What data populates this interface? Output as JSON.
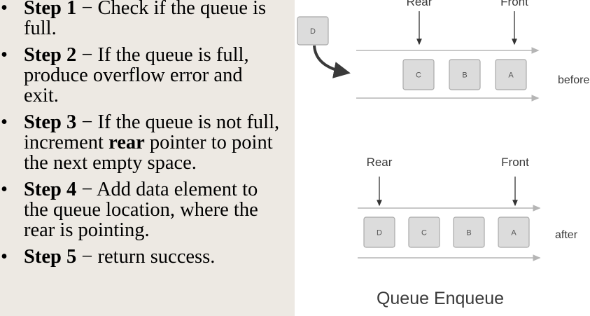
{
  "steps": [
    {
      "label": "Step 1",
      "parts": [
        {
          "t": " − Check if the queue is full.",
          "b": false
        }
      ]
    },
    {
      "label": "Step 2",
      "parts": [
        {
          "t": " − If the queue is full, produce overflow error and exit.",
          "b": false
        }
      ]
    },
    {
      "label": "Step 3",
      "parts": [
        {
          "t": " − If the queue is not full, increment ",
          "b": false
        },
        {
          "t": "rear",
          "b": true
        },
        {
          "t": " pointer to point the next empty space.",
          "b": false
        }
      ]
    },
    {
      "label": "Step 4",
      "parts": [
        {
          "t": " − Add data element to the queue location, where the rear is pointing.",
          "b": false
        }
      ]
    },
    {
      "label": "Step 5",
      "parts": [
        {
          "t": " − return success.",
          "b": false
        }
      ]
    }
  ],
  "bullet": "•",
  "diagram": {
    "incoming_element": "D",
    "before": {
      "label": "before",
      "rear_label": "Rear",
      "front_label": "Front",
      "elements": [
        "C",
        "B",
        "A"
      ]
    },
    "after": {
      "label": "after",
      "rear_label": "Rear",
      "front_label": "Front",
      "elements": [
        "D",
        "C",
        "B",
        "A"
      ]
    },
    "caption": "Queue Enqueue"
  }
}
